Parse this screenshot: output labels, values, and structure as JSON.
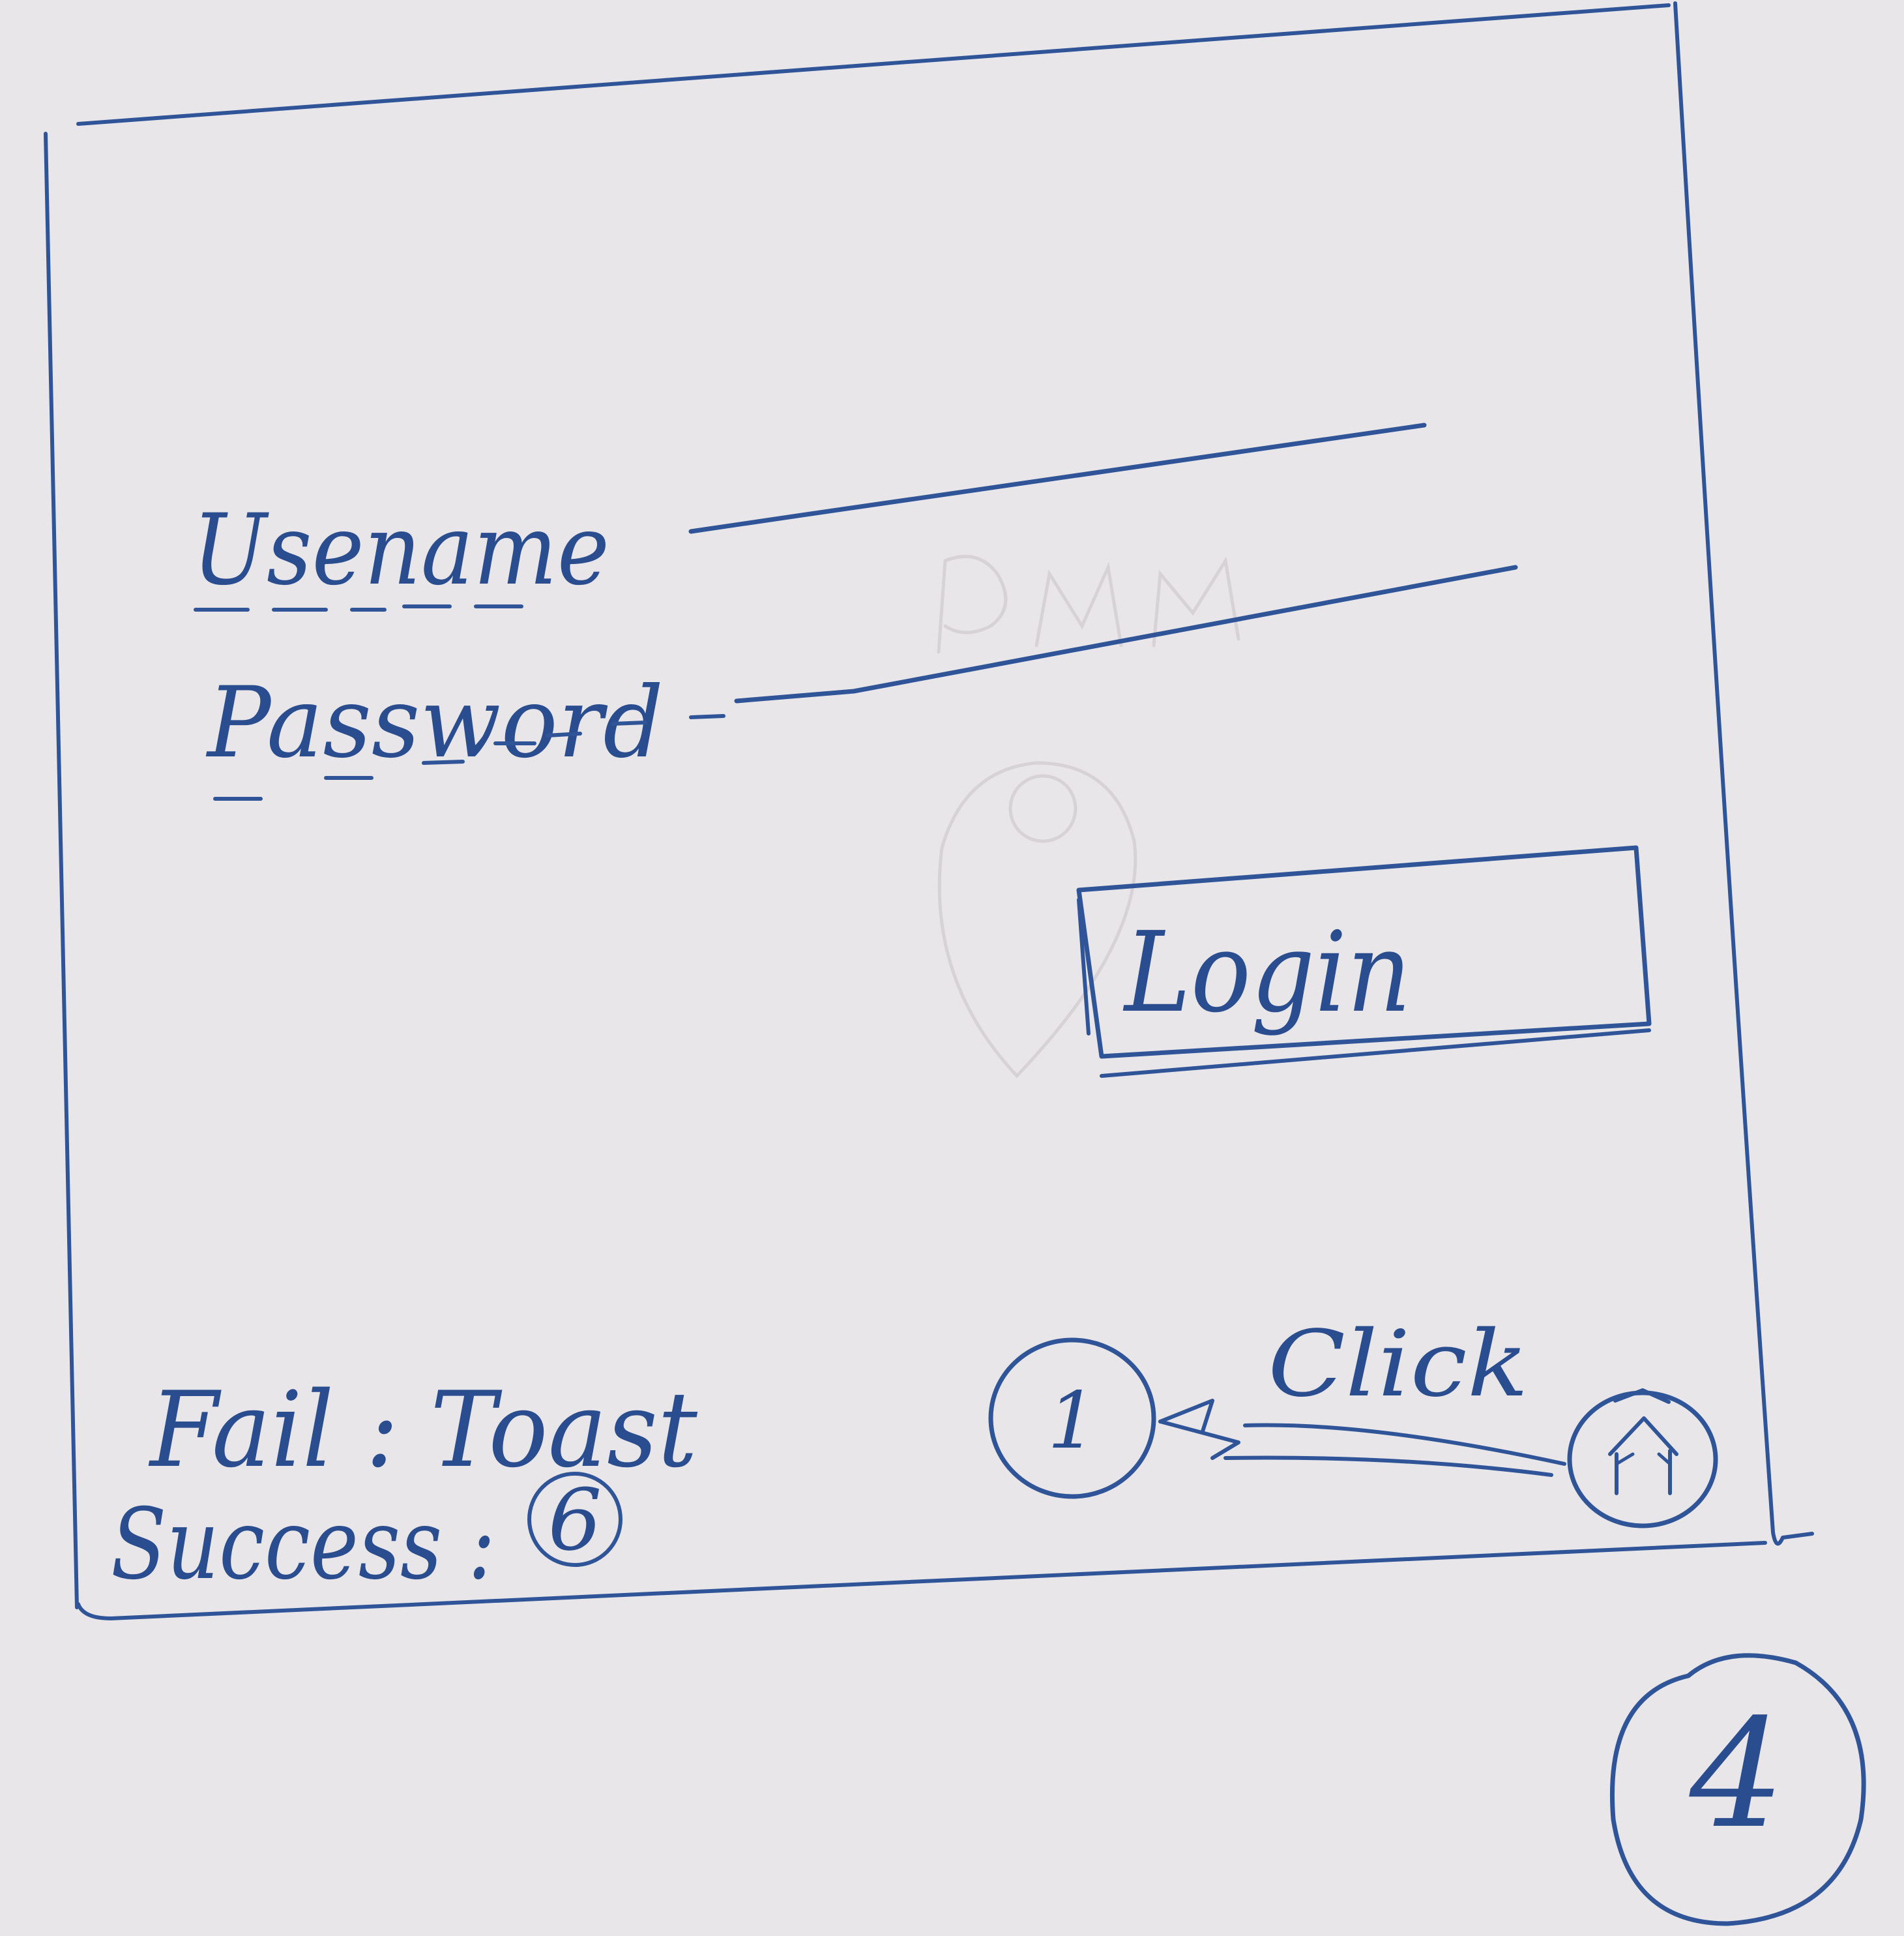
{
  "form": {
    "username_label": "Usename",
    "password_label": "Password",
    "login_label": "Login"
  },
  "notes": {
    "fail_label": "Fail : Toast",
    "success_label": "Success :",
    "success_target": "6",
    "click_label": "Click",
    "back_target": "1",
    "page_number": "4"
  },
  "colors": {
    "ink": "#2f5598",
    "paper": "#e9e6e9",
    "pencil": "#d6d2d6"
  },
  "icons": {
    "home_button": "home-icon",
    "map_pin": "map-pin-icon"
  }
}
